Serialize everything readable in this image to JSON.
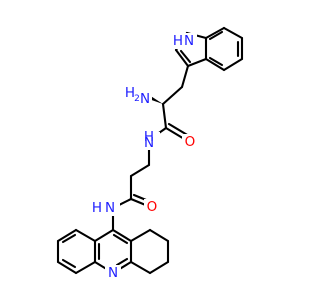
{
  "molecule": {
    "colors": {
      "bond": "#000000",
      "nitrogen": "#2020ff",
      "oxygen": "#ff0000"
    },
    "atom_labels": {
      "indole_nh": "N",
      "indole_nh_h": "H",
      "amine_h2": "H",
      "amine_h2_sub": "2",
      "amine_n": "N",
      "amide1_n": "N",
      "amide1_h": "H",
      "amide1_o": "O",
      "amide2_o": "O",
      "amide2_n": "N",
      "amide2_h": "H",
      "acridine_n": "N"
    }
  }
}
